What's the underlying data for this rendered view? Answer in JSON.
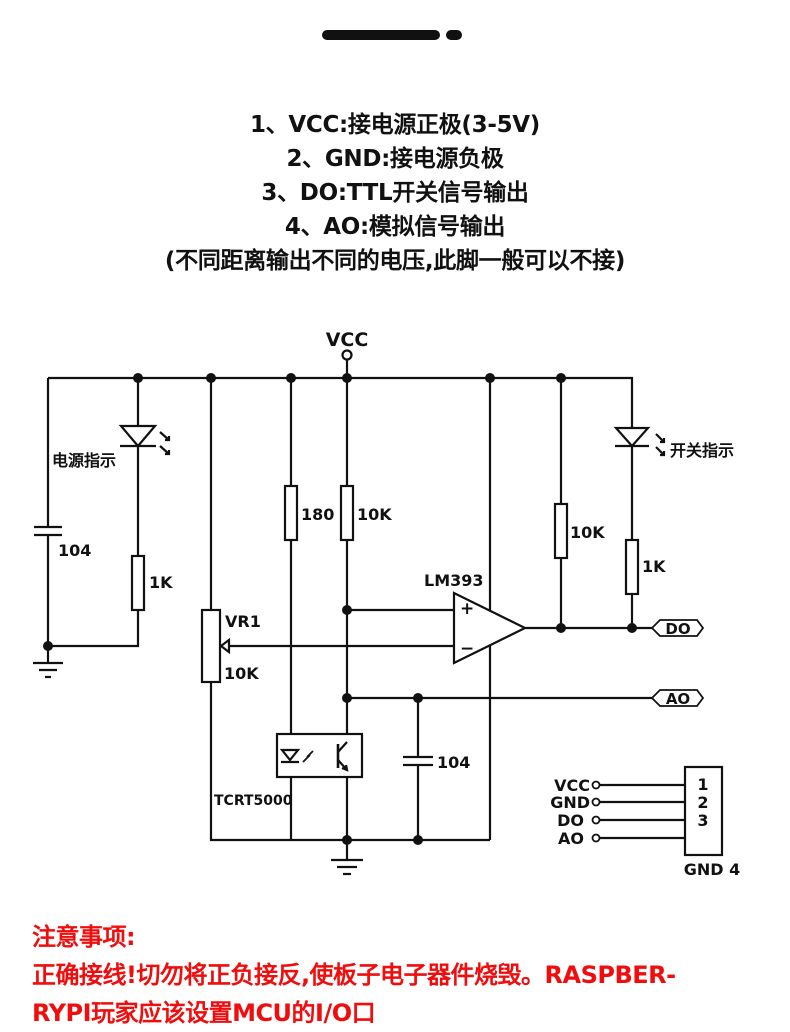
{
  "header": {
    "pin_descriptions": [
      "1、VCC:接电源正极(3-5V)",
      "2、GND:接电源负极",
      "3、DO:TTL开关信号输出",
      "4、AO:模拟信号输出",
      "(不同距离输出不同的电压,此脚一般可以不接)"
    ]
  },
  "schematic": {
    "vcc_label": "VCC",
    "power_led_label": "电源指示",
    "switch_led_label": "开关指示",
    "cap_left_value": "104",
    "resistor_power_led": "1K",
    "pot_name": "VR1",
    "pot_value": "10K",
    "resistor_ir_led": "180",
    "resistor_pullup_sensor": "10K",
    "comparator": "LM393",
    "comp_plus": "+",
    "comp_minus": "−",
    "resistor_pullup_out": "10K",
    "resistor_switch_led": "1K",
    "cap_filter_value": "104",
    "sensor_name": "TCRT5000",
    "out_do": "DO",
    "out_ao": "AO"
  },
  "connector": {
    "pins": [
      {
        "label": "VCC",
        "number": "1"
      },
      {
        "label": "GND",
        "number": "2"
      },
      {
        "label": "DO",
        "number": "3"
      },
      {
        "label": "AO",
        "number": ""
      }
    ],
    "gnd_label": "GND 4"
  },
  "notice": {
    "title": "注意事项:",
    "line1": "正确接线!切勿将正负接反,使板子电子器件烧毁。RASPBER-",
    "line2": "RYPI玩家应该设置MCU的I/O口"
  },
  "colors": {
    "ink": "#111111",
    "warning": "#f00d0d"
  }
}
